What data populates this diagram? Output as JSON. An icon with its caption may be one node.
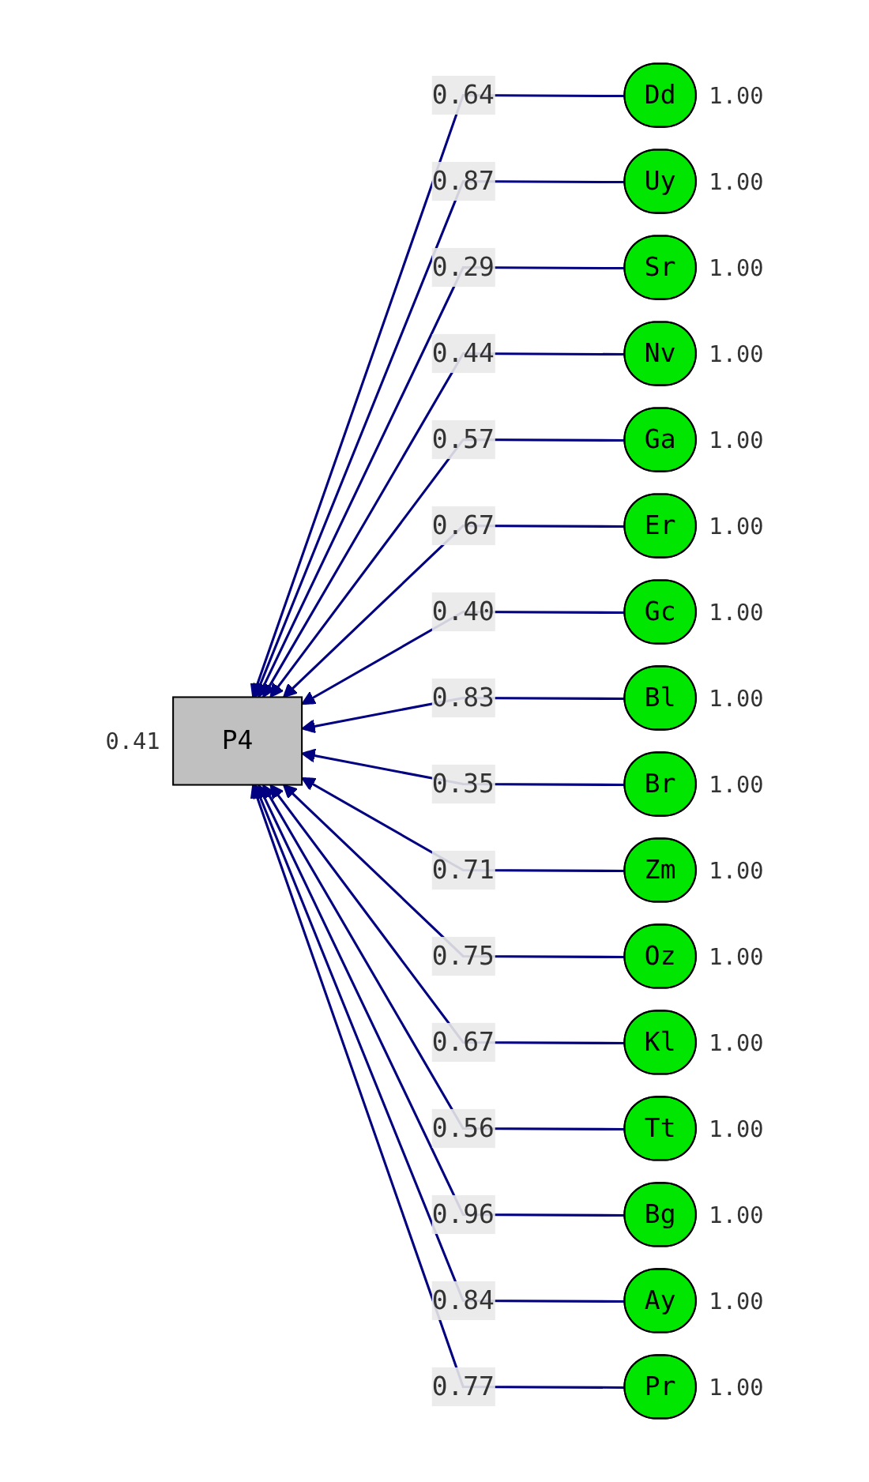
{
  "diagram": {
    "nodes": [
      {
        "text": [
          "P4"
        ],
        "beside": [
          "0.41"
        ]
      },
      {
        "text": [
          "Dd"
        ],
        "beside": [
          "1.00"
        ]
      },
      {
        "text": [
          "Uy"
        ],
        "beside": [
          "1.00"
        ]
      },
      {
        "text": [
          "Sr"
        ],
        "beside": [
          "1.00"
        ]
      },
      {
        "text": [
          "Nv"
        ],
        "beside": [
          "1.00"
        ]
      },
      {
        "text": [
          "Ga"
        ],
        "beside": [
          "1.00"
        ]
      },
      {
        "text": [
          "Er"
        ],
        "beside": [
          "1.00"
        ]
      },
      {
        "text": [
          "Gc"
        ],
        "beside": [
          "1.00"
        ]
      },
      {
        "text": [
          "Bl"
        ],
        "beside": [
          "1.00"
        ]
      },
      {
        "text": [
          "Br"
        ],
        "beside": [
          "1.00"
        ]
      },
      {
        "text": [
          "Zm"
        ],
        "beside": [
          "1.00"
        ]
      },
      {
        "text": [
          "Oz"
        ],
        "beside": [
          "1.00"
        ]
      },
      {
        "text": [
          "Kl"
        ],
        "beside": [
          "1.00"
        ]
      },
      {
        "text": [
          "Tt"
        ],
        "beside": [
          "1.00"
        ]
      },
      {
        "text": [
          "Bg"
        ],
        "beside": [
          "1.00"
        ]
      },
      {
        "text": [
          "Ay"
        ],
        "beside": [
          "1.00"
        ]
      },
      {
        "text": [
          "Pr"
        ],
        "beside": [
          "1.00"
        ]
      }
    ],
    "edges": [
      {
        "from": 1,
        "to": 0,
        "arrow": "to",
        "label": "0.64"
      },
      {
        "from": 2,
        "to": 0,
        "arrow": "to",
        "label": "0.87"
      },
      {
        "from": 3,
        "to": 0,
        "arrow": "to",
        "label": "0.29"
      },
      {
        "from": 4,
        "to": 0,
        "arrow": "to",
        "label": "0.44"
      },
      {
        "from": 5,
        "to": 0,
        "arrow": "to",
        "label": "0.57"
      },
      {
        "from": 6,
        "to": 0,
        "arrow": "to",
        "label": "0.67"
      },
      {
        "from": 7,
        "to": 0,
        "arrow": "to",
        "label": "0.40"
      },
      {
        "from": 8,
        "to": 0,
        "arrow": "to",
        "label": "0.83"
      },
      {
        "from": 9,
        "to": 0,
        "arrow": "to",
        "label": "0.35"
      },
      {
        "from": 10,
        "to": 0,
        "arrow": "to",
        "label": "0.71"
      },
      {
        "from": 11,
        "to": 0,
        "arrow": "to",
        "label": "0.75"
      },
      {
        "from": 12,
        "to": 0,
        "arrow": "to",
        "label": "0.67"
      },
      {
        "from": 13,
        "to": 0,
        "arrow": "to",
        "label": "0.56"
      },
      {
        "from": 14,
        "to": 0,
        "arrow": "to",
        "label": "0.96"
      },
      {
        "from": 15,
        "to": 0,
        "arrow": "to",
        "label": "0.84"
      },
      {
        "from": 16,
        "to": 0,
        "arrow": "to",
        "label": "0.77"
      }
    ]
  }
}
